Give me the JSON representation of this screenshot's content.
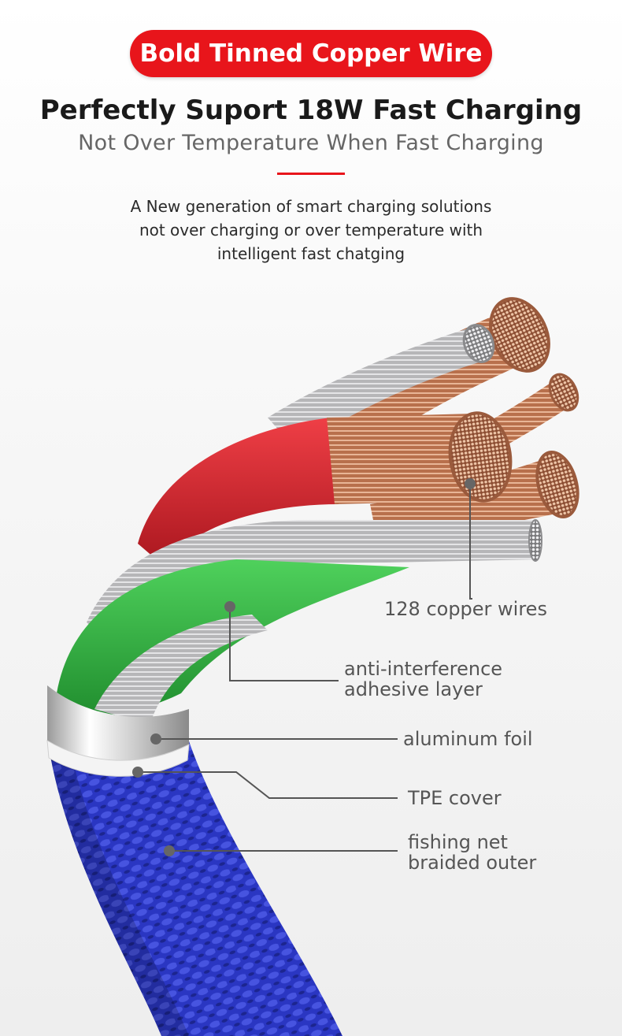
{
  "badge": {
    "text": "Bold Tinned Copper Wire"
  },
  "headline": "Perfectly Suport 18W Fast Charging",
  "subheadline": "Not Over Temperature When Fast Charging",
  "description": [
    "A New generation of smart charging solutions",
    "not over charging or over temperature with",
    "intelligent fast chatging"
  ],
  "callouts": {
    "copper": "128 copper wires",
    "adhesive": [
      "anti-interference",
      "adhesive layer"
    ],
    "foil": "aluminum foil",
    "tpe": "TPE cover",
    "braid": [
      "fishing net",
      "braided outer"
    ]
  },
  "colors": {
    "accent": "#e8151b",
    "braid": "#2a36c2",
    "green_wire": "#2aa43a",
    "red_wire": "#d4232c",
    "copper": "#c9825f"
  }
}
